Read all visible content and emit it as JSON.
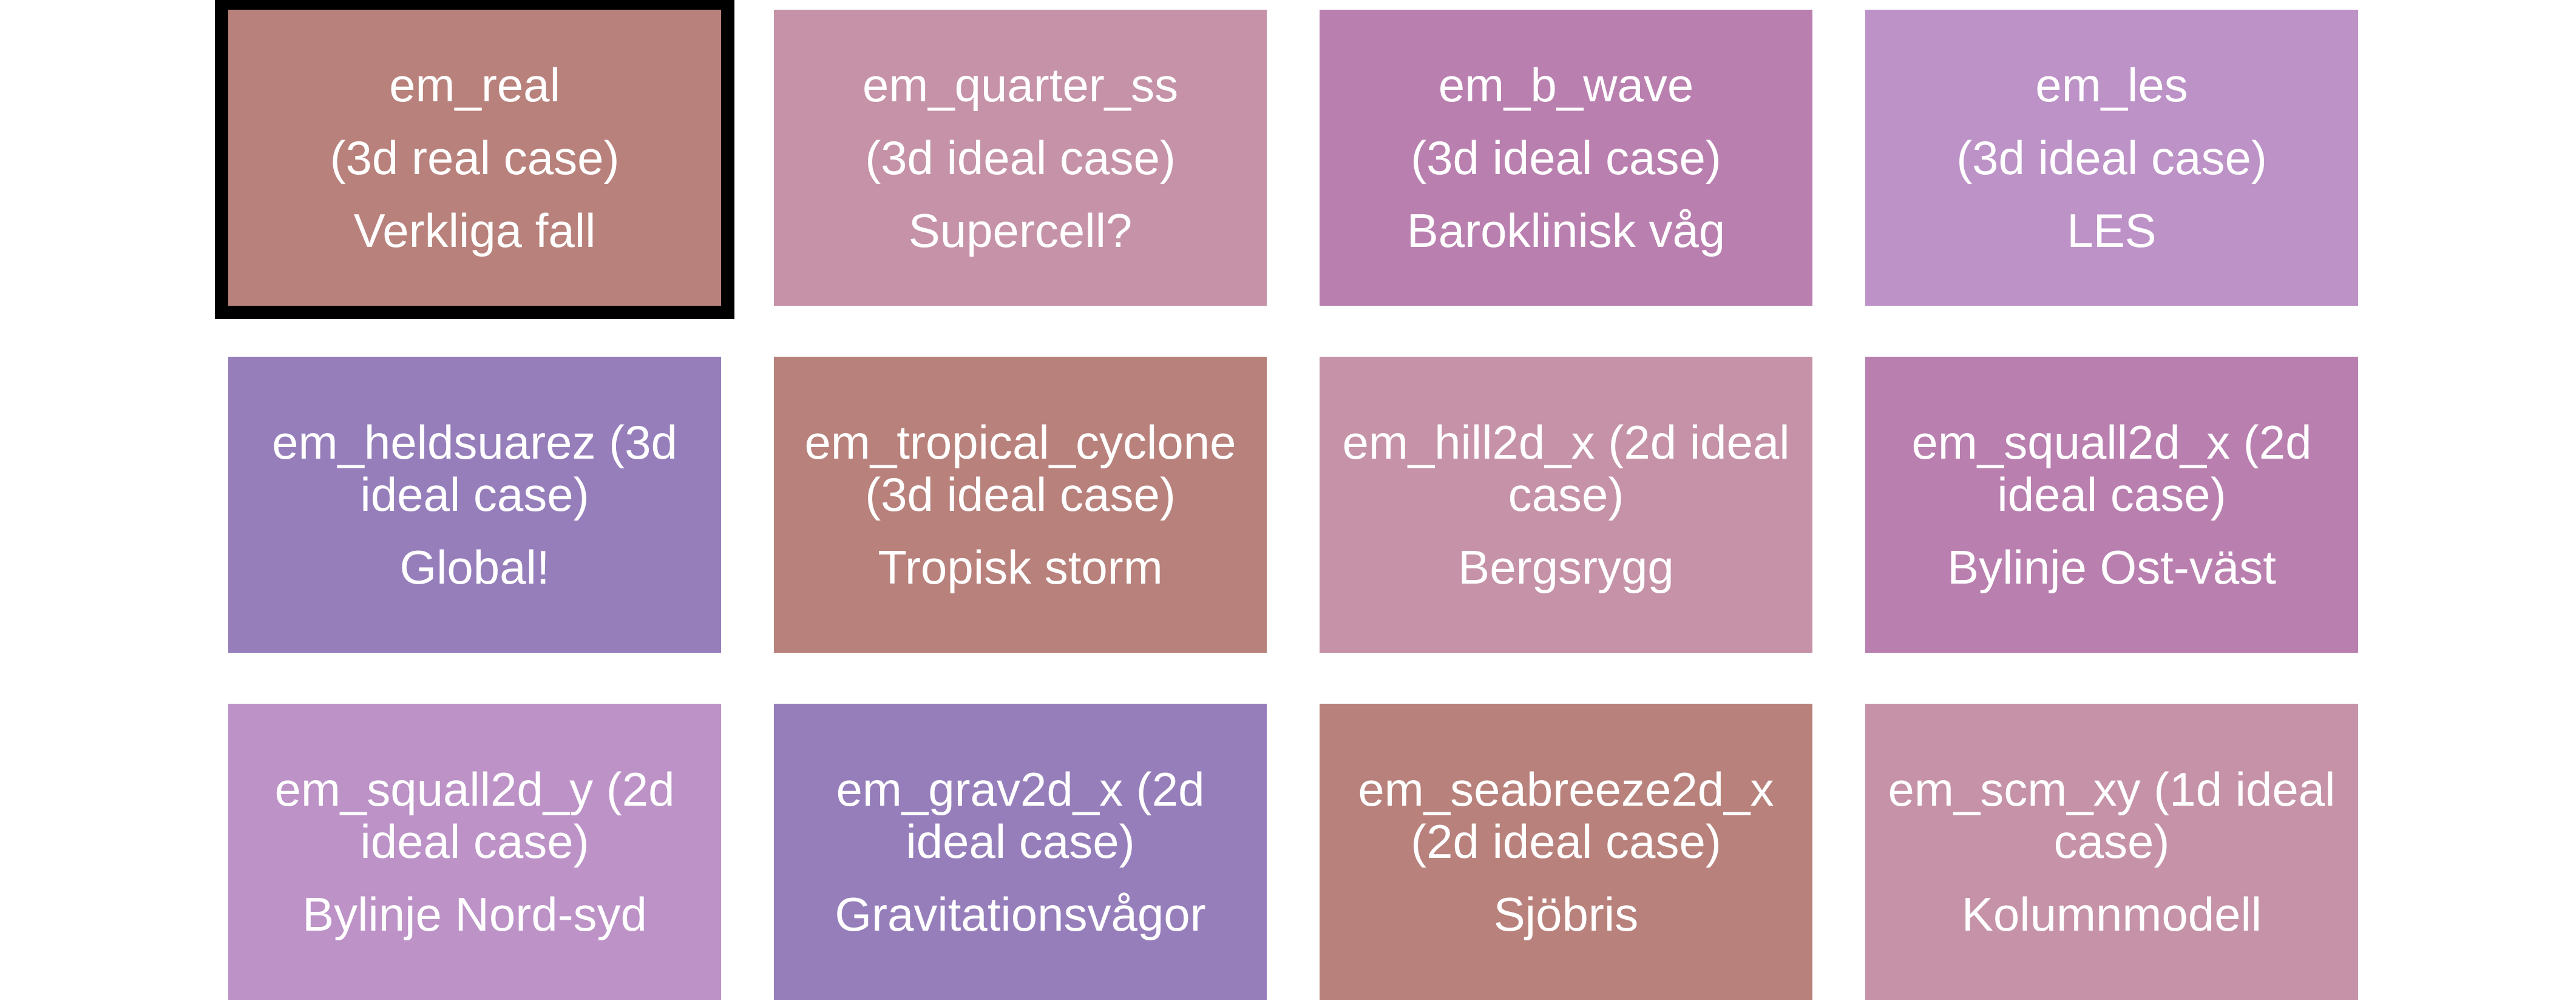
{
  "colors": {
    "rose": "#B8817B",
    "pink": "#C592A7",
    "mauve": "#B97FAF",
    "lilac": "#BC92C7",
    "violet": "#967EBB",
    "selection_border": "#000000",
    "text": "#FFFFFF"
  },
  "tiles": [
    {
      "lines": [
        "em_real",
        "(3d real case)"
      ],
      "desc": "Verkliga fall",
      "color": "#B8817B",
      "selected": true
    },
    {
      "lines": [
        "em_quarter_ss",
        "(3d ideal case)"
      ],
      "desc": "Supercell?",
      "color": "#C592A7",
      "selected": false
    },
    {
      "lines": [
        "em_b_wave",
        "(3d ideal case)"
      ],
      "desc": "Baroklinisk våg",
      "color": "#B97FAF",
      "selected": false
    },
    {
      "lines": [
        "em_les",
        "(3d ideal case)"
      ],
      "desc": "LES",
      "color": "#BC92C7",
      "selected": false
    },
    {
      "lines": [
        "em_heldsuarez (3d",
        "ideal case)"
      ],
      "desc": "Global!",
      "color": "#967EBB",
      "selected": false
    },
    {
      "lines": [
        "em_tropical_cyclone",
        "(3d ideal case)"
      ],
      "desc": "Tropisk storm",
      "color": "#B8817B",
      "selected": false
    },
    {
      "lines": [
        "em_hill2d_x (2d ideal",
        "case)"
      ],
      "desc": "Bergsrygg",
      "color": "#C592A7",
      "selected": false
    },
    {
      "lines": [
        "em_squall2d_x (2d",
        "ideal case)"
      ],
      "desc": "Bylinje Ost-väst",
      "color": "#B97FAF",
      "selected": false
    },
    {
      "lines": [
        "em_squall2d_y (2d",
        "ideal case)"
      ],
      "desc": "Bylinje Nord-syd",
      "color": "#BC92C7",
      "selected": false
    },
    {
      "lines": [
        "em_grav2d_x (2d",
        "ideal case)"
      ],
      "desc": "Gravitationsvågor",
      "color": "#967EBB",
      "selected": false
    },
    {
      "lines": [
        "em_seabreeze2d_x",
        "(2d ideal case)"
      ],
      "desc": "Sjöbris",
      "color": "#B8817B",
      "selected": false
    },
    {
      "lines": [
        "em_scm_xy (1d ideal",
        "case)"
      ],
      "desc": "Kolumnmodell",
      "color": "#C592A7",
      "selected": false
    }
  ]
}
